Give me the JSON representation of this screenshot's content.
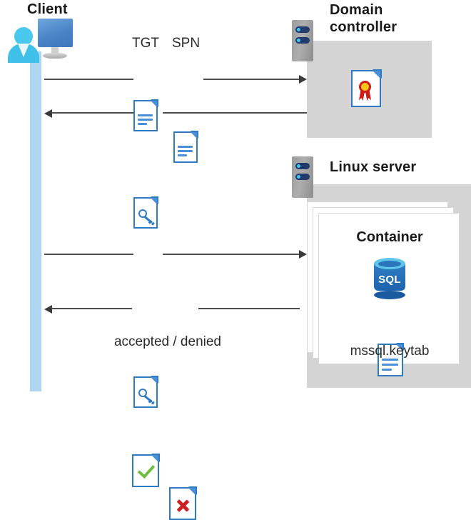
{
  "diagram": {
    "title_client": "Client",
    "title_domain_controller": "Domain\ncontroller",
    "title_domain_controller_line1": "Domain",
    "title_domain_controller_line2": "controller",
    "title_linux_server": "Linux server",
    "title_container": "Container"
  },
  "labels": {
    "tgt": "TGT",
    "spn": "SPN",
    "accepted_denied": "accepted / denied",
    "keytab_file": "mssql.keytab",
    "sql_text": "SQL"
  },
  "icons": {
    "client": "user-computer-icon",
    "server_rack": "server-rack-icon",
    "tgt_document": "text-document-icon",
    "spn_document": "text-document-icon",
    "ticket_key_document": "key-document-icon",
    "certificate": "certificate-document-icon",
    "accepted": "check-document-icon",
    "denied": "x-document-icon",
    "database": "sql-database-icon",
    "keytab": "text-document-icon"
  },
  "flows": [
    {
      "id": "request-tgt-spn",
      "direction": "right",
      "from": "client",
      "to": "domain-controller"
    },
    {
      "id": "return-ticket",
      "direction": "left",
      "from": "domain-controller",
      "to": "client"
    },
    {
      "id": "present-ticket",
      "direction": "right",
      "from": "client",
      "to": "linux-server"
    },
    {
      "id": "accept-or-deny",
      "direction": "left",
      "from": "linux-server",
      "to": "client"
    }
  ],
  "colors": {
    "lifeline": "#aed5f2",
    "panel_gray": "#d4d4d4",
    "doc_blue": "#2e7bc4",
    "doc_blue_light": "#4a90d9",
    "accent_cyan": "#3fc7f4",
    "check_green": "#6cbf3f",
    "x_red": "#cc2222",
    "cert_gold": "#f5c518",
    "cert_red": "#d11a1a",
    "sql_blue": "#1e63ad",
    "arrow": "#4d4d4d",
    "server_navy": "#233a6c"
  }
}
